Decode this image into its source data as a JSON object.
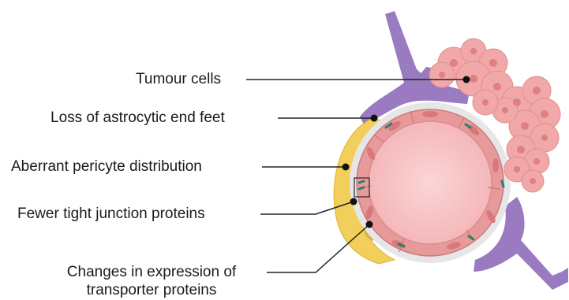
{
  "labels": {
    "tumour_cells": "Tumour cells",
    "astrocytic_loss": "Loss of astrocytic end feet",
    "pericyte": "Aberrant pericyte distribution",
    "tight_junction": "Fewer tight junction proteins",
    "transporter_line1": "Changes in expression of",
    "transporter_line2": "transporter proteins"
  },
  "colors": {
    "astrocyte": "#9a7ac0",
    "pericyte": "#f2cf5a",
    "basement": "#e6e6e6",
    "endothelial": "#e89a9a",
    "lumen": "#f8c6c8",
    "tumour": "#f0a8a8",
    "junction": "#2f7d62",
    "leader": "#222222"
  }
}
